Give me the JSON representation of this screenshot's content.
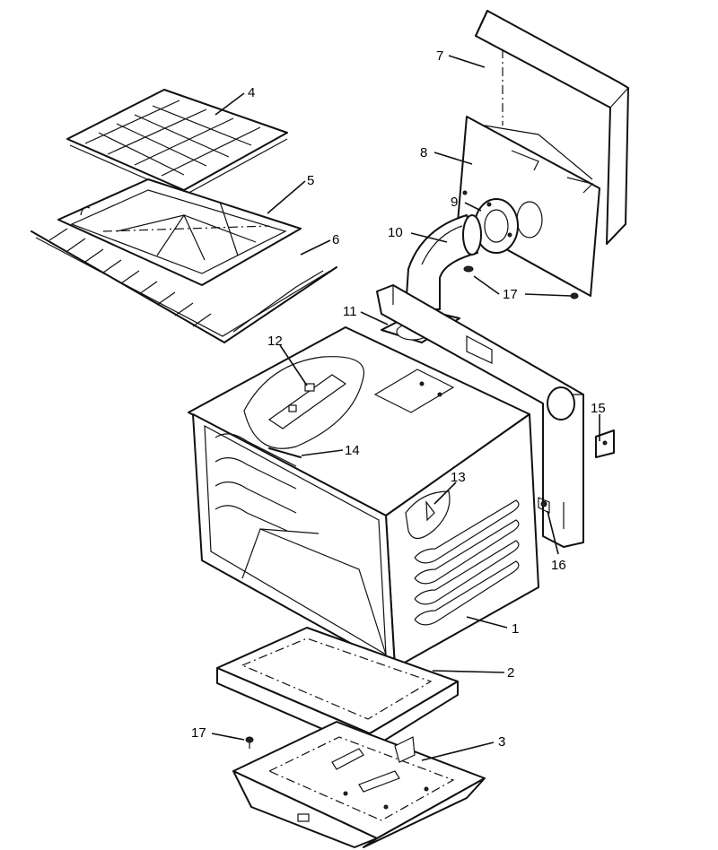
{
  "callouts": [
    {
      "id": "c1",
      "label": "1"
    },
    {
      "id": "c2",
      "label": "2"
    },
    {
      "id": "c3",
      "label": "3"
    },
    {
      "id": "c4",
      "label": "4"
    },
    {
      "id": "c5",
      "label": "5"
    },
    {
      "id": "c6",
      "label": "6"
    },
    {
      "id": "c7",
      "label": "7"
    },
    {
      "id": "c8",
      "label": "8"
    },
    {
      "id": "c9",
      "label": "9"
    },
    {
      "id": "c10",
      "label": "10"
    },
    {
      "id": "c11",
      "label": "11"
    },
    {
      "id": "c12",
      "label": "12"
    },
    {
      "id": "c13",
      "label": "13"
    },
    {
      "id": "c14",
      "label": "14"
    },
    {
      "id": "c15",
      "label": "15"
    },
    {
      "id": "c16",
      "label": "16"
    },
    {
      "id": "c17a",
      "label": "17"
    },
    {
      "id": "c17b",
      "label": "17"
    }
  ]
}
